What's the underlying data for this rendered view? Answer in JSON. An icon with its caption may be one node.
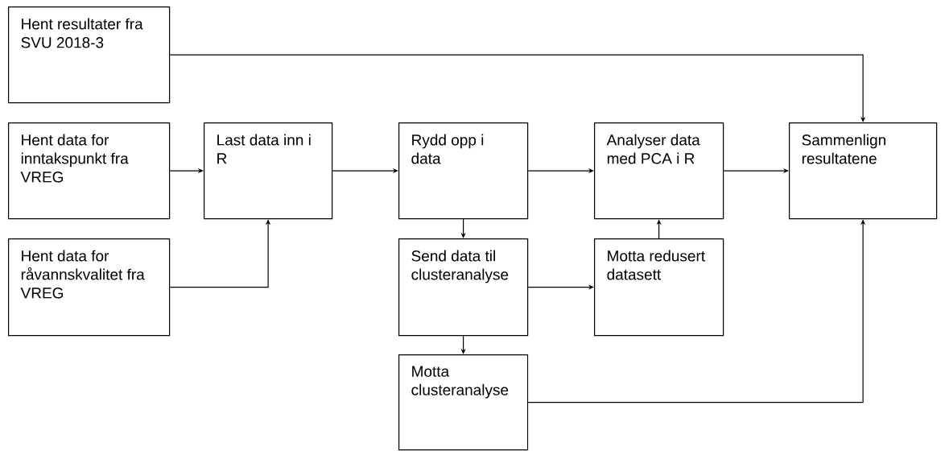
{
  "diagram": {
    "nodes": [
      {
        "text": [
          "Hent resultater fra SVU 2018-3"
        ]
      },
      {
        "text": [
          "Hent data for inntakspunkt fra VREG"
        ]
      },
      {
        "text": [
          "Last data inn i R"
        ]
      },
      {
        "text": [
          "Rydd opp i data"
        ]
      },
      {
        "text": [
          "Analyser data med PCA i R"
        ]
      },
      {
        "text": [
          "Sammenlign resultatene"
        ]
      },
      {
        "text": [
          "Hent data for råvannskvalitet fra VREG"
        ]
      },
      {
        "text": [
          "Send data til clusteranalyse"
        ]
      },
      {
        "text": [
          "Motta redusert datasett"
        ]
      },
      {
        "text": [
          "Motta clusteranalyse"
        ]
      }
    ],
    "edges": [
      {
        "from": 0,
        "to": 5,
        "arrow": "to"
      },
      {
        "from": 1,
        "to": 2,
        "arrow": "to"
      },
      {
        "from": 6,
        "to": 2,
        "arrow": "to"
      },
      {
        "from": 2,
        "to": 3,
        "arrow": "to"
      },
      {
        "from": 3,
        "to": 4,
        "arrow": "to"
      },
      {
        "from": 4,
        "to": 5,
        "arrow": "to"
      },
      {
        "from": 3,
        "to": 7,
        "arrow": "to"
      },
      {
        "from": 7,
        "to": 8,
        "arrow": "to"
      },
      {
        "from": 8,
        "to": 4,
        "arrow": "to"
      },
      {
        "from": 7,
        "to": 9,
        "arrow": "to"
      },
      {
        "from": 9,
        "to": 5,
        "arrow": "to"
      }
    ]
  }
}
